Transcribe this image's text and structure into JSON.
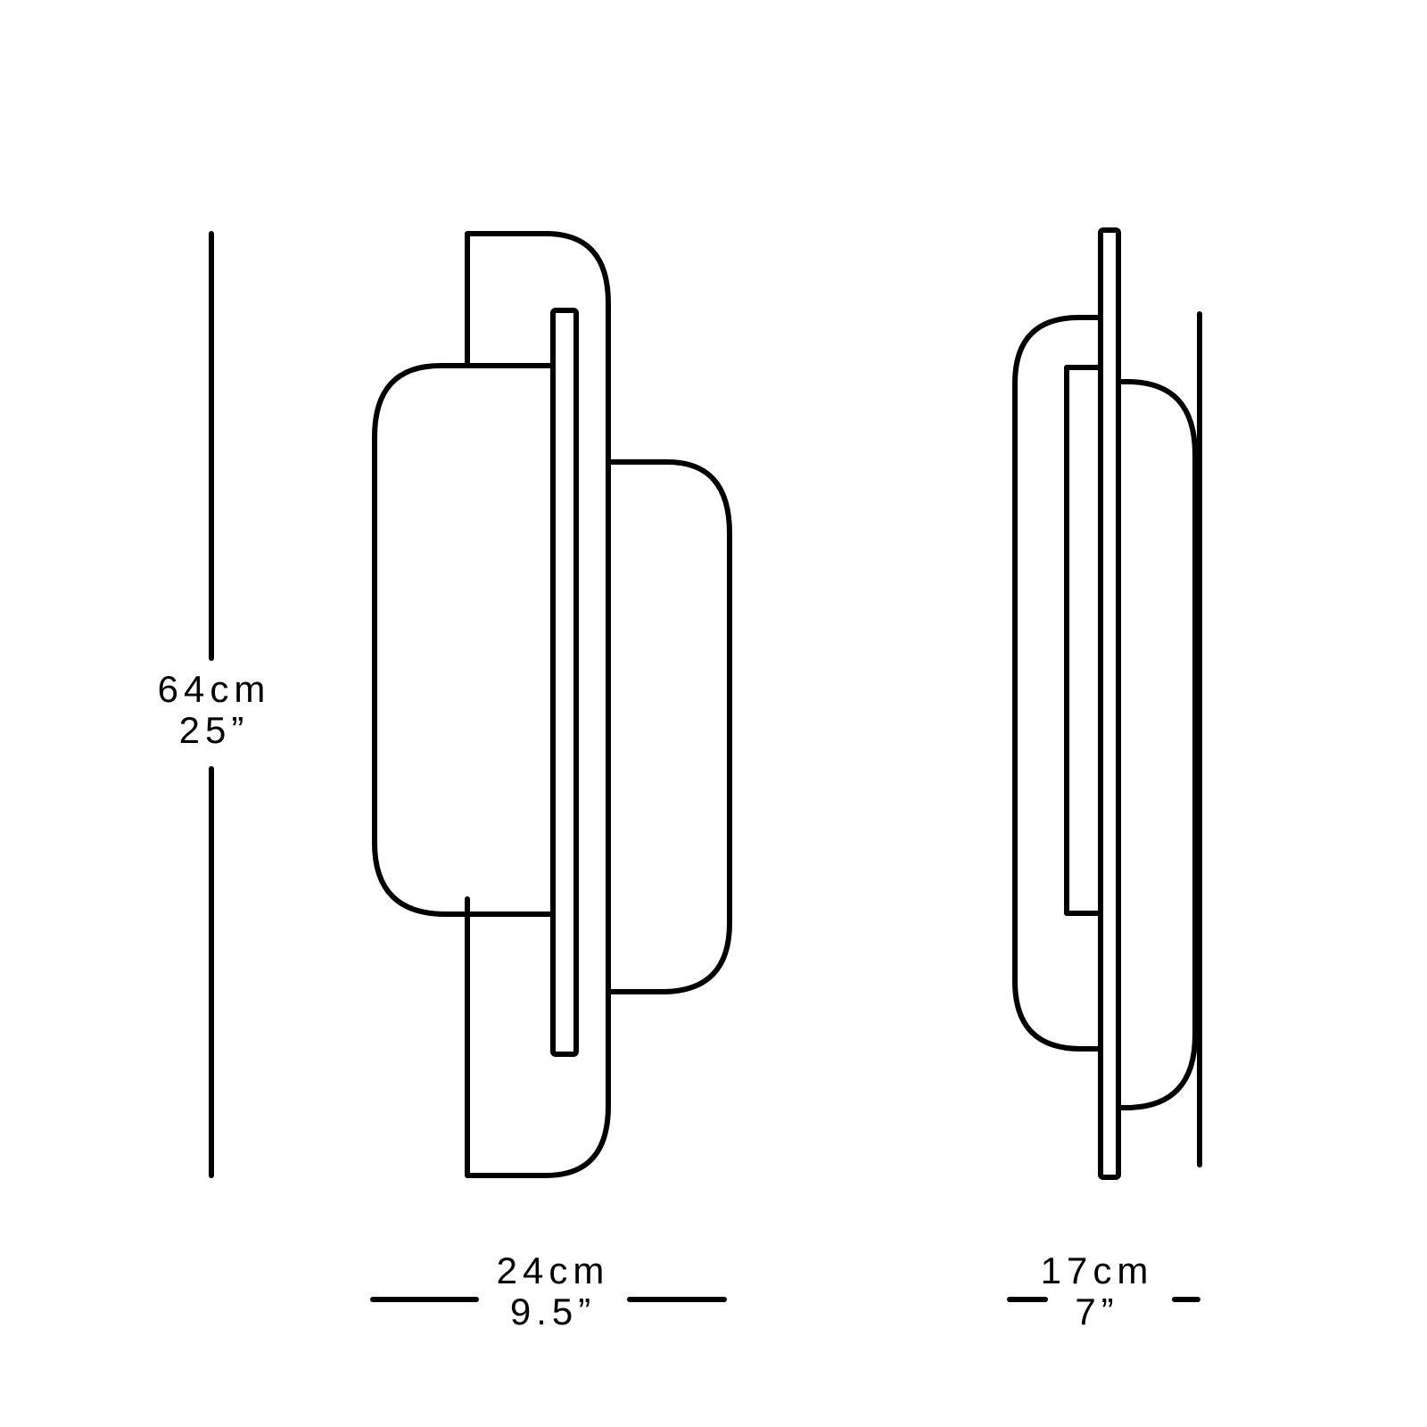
{
  "drawing": {
    "title": "Wall lamp dimension drawing",
    "stroke_color": "#000000",
    "background": "#ffffff"
  },
  "dimensions": {
    "height": {
      "metric": "64cm",
      "imperial": "25”"
    },
    "width": {
      "metric": "24cm",
      "imperial": "9.5”"
    },
    "depth": {
      "metric": "17cm",
      "imperial": "7”"
    }
  },
  "views": [
    {
      "name": "front-view"
    },
    {
      "name": "side-view"
    }
  ]
}
